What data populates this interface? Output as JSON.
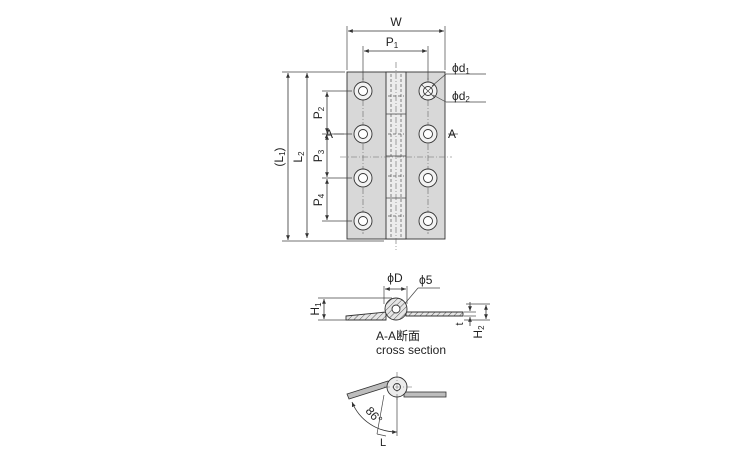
{
  "labels": {
    "width": "W",
    "pitch_prefix": "P",
    "p1_sub": "1",
    "p2_sub": "2",
    "p3_sub": "3",
    "p4_sub": "4",
    "length_total": "(L",
    "length_total_sub": "1",
    "length_total_close": ")",
    "length_leaf": "L",
    "length_leaf_sub": "2",
    "hole_d1": "ϕd",
    "hole_d1_sub": "1",
    "hole_d2": "ϕd",
    "hole_d2_sub": "2",
    "section_mark_left": "A",
    "section_mark_right": "A",
    "knuckle_diameter": "ϕD",
    "pin_diameter": "ϕ5",
    "height_h1": "H",
    "height_h1_sub": "1",
    "height_h2": "H",
    "height_h2_sub": "2",
    "thickness": "t",
    "section_title": "A-A断面",
    "section_subtitle": "cross section",
    "angle": "86°",
    "leaf_length": "L"
  }
}
